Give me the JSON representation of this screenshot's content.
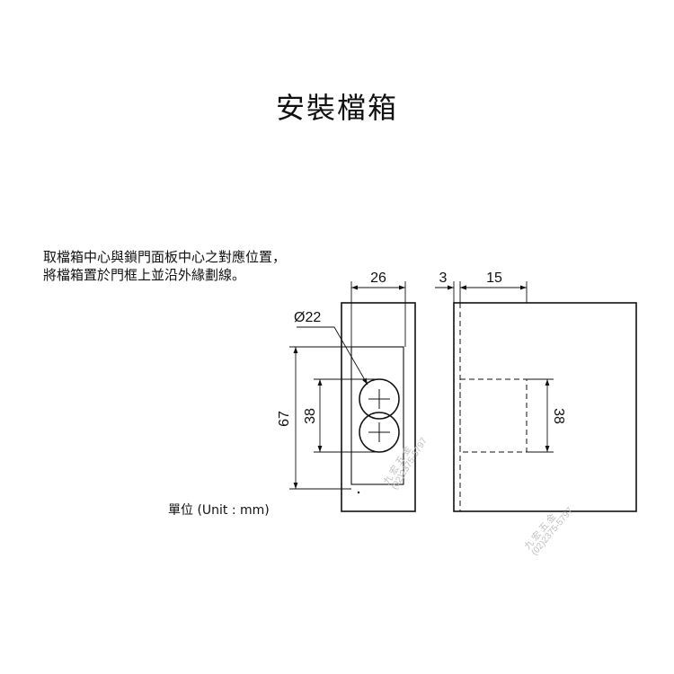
{
  "title": "安裝檔箱",
  "instructions": [
    "取檔箱中心與鎖門面板中心之對應位置，",
    "將檔箱置於門框上並沿外緣劃線。"
  ],
  "unit_note": "單位 (Unit : mm)",
  "dimensions": {
    "plate_width": "26",
    "setback": "3",
    "box_width": "15",
    "hole_diameter": "Ø22",
    "outer_height": "67",
    "hole_span": "38",
    "box_height": "38"
  },
  "watermark": {
    "name": "九 宏 五 金",
    "phone": "(02)2375-5797"
  }
}
